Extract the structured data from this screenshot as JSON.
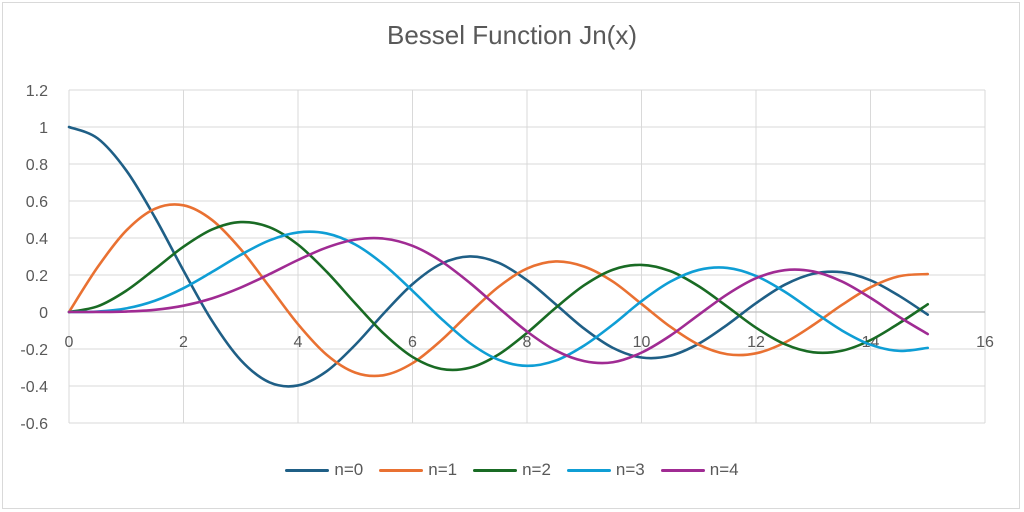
{
  "chart_data": {
    "type": "line",
    "title": "Bessel Function Jn(x)",
    "xlabel": "",
    "ylabel": "",
    "xlim": [
      0,
      16
    ],
    "ylim": [
      -0.6,
      1.2
    ],
    "x_ticks": [
      0,
      2,
      4,
      6,
      8,
      10,
      12,
      14,
      16
    ],
    "y_ticks": [
      1.2,
      1,
      0.8,
      0.6,
      0.4,
      0.2,
      0,
      -0.2,
      -0.4,
      -0.6
    ],
    "y_tick_labels": [
      "1.2",
      "1",
      "0.8",
      "0.6",
      "0.4",
      "0.2",
      "0",
      "-0.2",
      "-0.4",
      "-0.6"
    ],
    "grid": true,
    "legend_position": "bottom",
    "x": [
      0,
      0.5,
      1,
      1.5,
      2,
      2.5,
      3,
      3.5,
      4,
      4.5,
      5,
      5.5,
      6,
      6.5,
      7,
      7.5,
      8,
      8.5,
      9,
      9.5,
      10,
      10.5,
      11,
      11.5,
      12,
      12.5,
      13,
      13.5,
      14,
      14.5,
      15
    ],
    "series": [
      {
        "name": "n=0",
        "color": "#1f5f86",
        "values": [
          1,
          0.9385,
          0.7652,
          0.5118,
          0.2239,
          -0.0484,
          -0.2601,
          -0.3801,
          -0.3971,
          -0.3205,
          -0.1776,
          -0.0068,
          0.1506,
          0.2601,
          0.3001,
          0.2663,
          0.1717,
          0.0419,
          -0.0903,
          -0.1939,
          -0.2459,
          -0.2366,
          -0.1712,
          -0.0684,
          0.0477,
          0.1469,
          0.2069,
          0.215,
          0.1711,
          0.0875,
          -0.0142
        ]
      },
      {
        "name": "n=1",
        "color": "#e97132",
        "values": [
          0,
          0.2423,
          0.4401,
          0.5579,
          0.5767,
          0.4971,
          0.3391,
          0.1374,
          -0.066,
          -0.2311,
          -0.3276,
          -0.3414,
          -0.2767,
          -0.1538,
          -0.0047,
          0.1352,
          0.2346,
          0.2731,
          0.2453,
          0.1644,
          0.0435,
          -0.0789,
          -0.1768,
          -0.2284,
          -0.2234,
          -0.1655,
          -0.0703,
          0.038,
          0.1334,
          0.1934,
          0.2051
        ]
      },
      {
        "name": "n=2",
        "color": "#196b24",
        "values": [
          0,
          0.0306,
          0.1149,
          0.2321,
          0.3528,
          0.4461,
          0.4861,
          0.4586,
          0.3641,
          0.2178,
          0.0466,
          -0.1173,
          -0.2429,
          -0.3074,
          -0.3014,
          -0.2302,
          -0.1131,
          0.0224,
          0.1448,
          0.2285,
          0.2546,
          0.2216,
          0.1391,
          0.0287,
          -0.0849,
          -0.1734,
          -0.2177,
          -0.2094,
          -0.152,
          -0.0608,
          0.0416
        ]
      },
      {
        "name": "n=3",
        "color": "#0f9ed5",
        "values": [
          0,
          0.0026,
          0.0196,
          0.061,
          0.1289,
          0.2166,
          0.3091,
          0.3868,
          0.4302,
          0.4247,
          0.3648,
          0.2561,
          0.1148,
          -0.0353,
          -0.1676,
          -0.2579,
          -0.2911,
          -0.2626,
          -0.1809,
          -0.0682,
          0.0584,
          0.1633,
          0.2273,
          0.2383,
          0.1951,
          0.11,
          0.0033,
          -0.0997,
          -0.1768,
          -0.2102,
          -0.194
        ]
      },
      {
        "name": "n=4",
        "color": "#a02b93",
        "values": [
          0,
          0.0002,
          0.0025,
          0.0118,
          0.034,
          0.0737,
          0.132,
          0.2044,
          0.2811,
          0.3484,
          0.3912,
          0.3967,
          0.3576,
          0.2748,
          0.1578,
          0.0239,
          -0.1053,
          -0.2077,
          -0.2655,
          -0.2716,
          -0.2196,
          -0.1283,
          -0.0151,
          0.0956,
          0.1825,
          0.2262,
          0.2193,
          0.1651,
          0.0762,
          -0.0262,
          -0.1192
        ]
      }
    ]
  },
  "legend": {
    "items": [
      "n=0",
      "n=1",
      "n=2",
      "n=3",
      "n=4"
    ]
  }
}
